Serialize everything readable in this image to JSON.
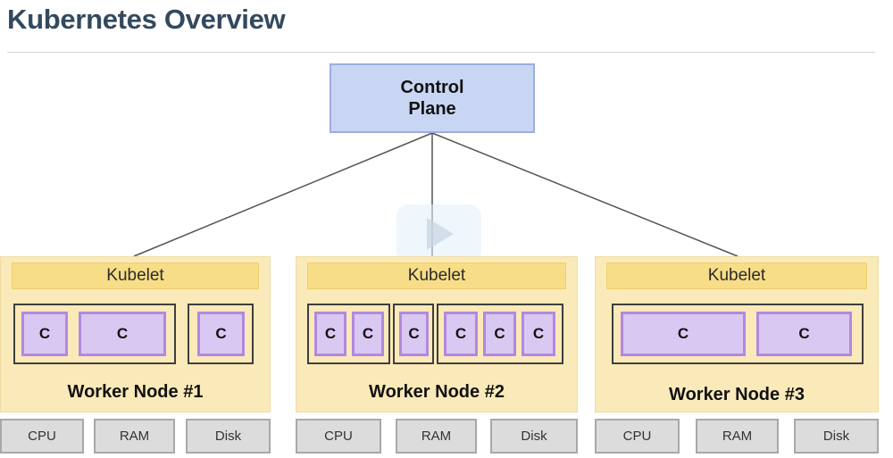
{
  "title": "Kubernetes Overview",
  "control_plane": {
    "line1": "Control",
    "line2": "Plane"
  },
  "nodes": [
    {
      "kubelet": "Kubelet",
      "label": "Worker Node #1",
      "pods": [
        [
          "C",
          "C"
        ],
        [
          "C"
        ]
      ],
      "resources": [
        "CPU",
        "RAM",
        "Disk"
      ]
    },
    {
      "kubelet": "Kubelet",
      "label": "Worker Node #2",
      "pods": [
        [
          "C",
          "C"
        ],
        [
          "C"
        ],
        [
          "C",
          "C",
          "C"
        ]
      ],
      "resources": [
        "CPU",
        "RAM",
        "Disk"
      ]
    },
    {
      "kubelet": "Kubelet",
      "label": "Worker Node #3",
      "pods": [
        [
          "C",
          "C"
        ]
      ],
      "resources": [
        "CPU",
        "RAM",
        "Disk"
      ]
    }
  ],
  "overlay": {
    "icon": "play-icon"
  },
  "colors": {
    "title": "#33495e",
    "control_plane_fill": "#c9d6f3",
    "node_fill": "#fbeab9",
    "kubelet_fill": "#f7dd87",
    "container_fill": "#d9c8f1",
    "container_border": "#b288e0",
    "resource_fill": "#dcdcdc"
  }
}
